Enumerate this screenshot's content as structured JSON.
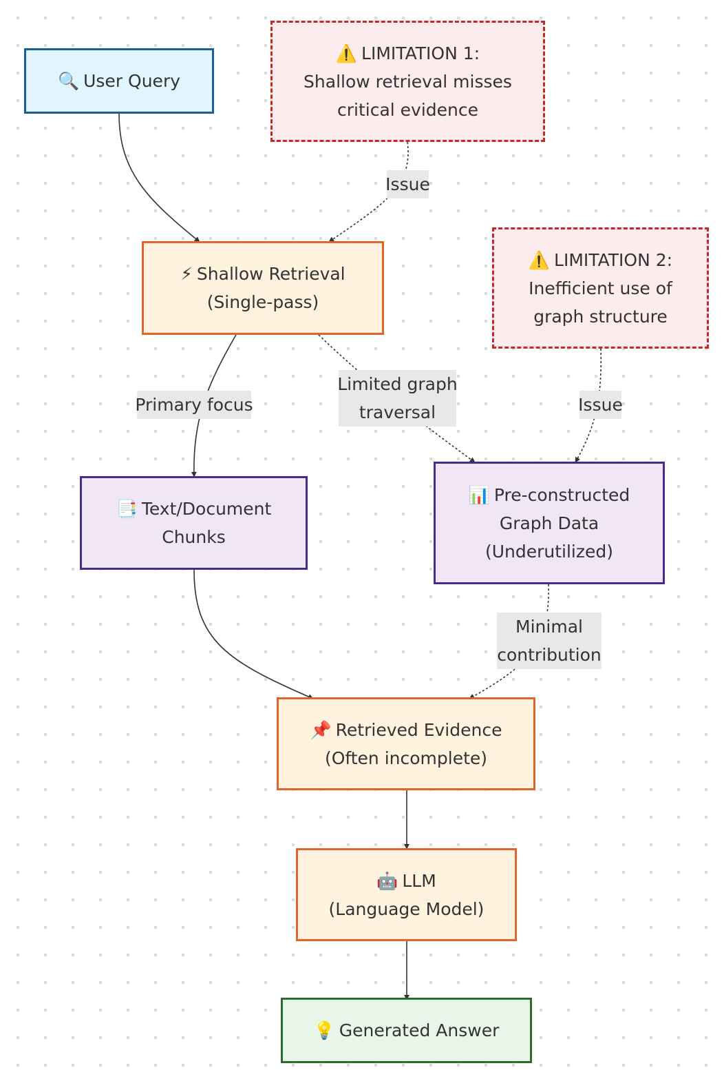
{
  "nodes": {
    "user_query": {
      "icon": "🔍",
      "lines": [
        "User Query"
      ]
    },
    "limitation_1": {
      "icon": "⚠️",
      "lines": [
        "LIMITATION 1:",
        "Shallow retrieval misses",
        "critical evidence"
      ]
    },
    "shallow_retrieval": {
      "icon": "⚡",
      "lines": [
        "Shallow Retrieval",
        "(Single-pass)"
      ]
    },
    "limitation_2": {
      "icon": "⚠️",
      "lines": [
        "LIMITATION 2:",
        "Inefficient use of",
        "graph structure"
      ]
    },
    "text_chunks": {
      "icon": "📑",
      "lines": [
        "Text/Document",
        "Chunks"
      ]
    },
    "graph_data": {
      "icon": "📊",
      "lines": [
        "Pre-constructed",
        "Graph Data",
        "(Underutilized)"
      ]
    },
    "retrieved_evidence": {
      "icon": "📌",
      "lines": [
        "Retrieved Evidence",
        "(Often incomplete)"
      ]
    },
    "llm": {
      "icon": "🤖",
      "lines": [
        "LLM",
        "(Language Model)"
      ]
    },
    "generated_answer": {
      "icon": "💡",
      "lines": [
        "Generated Answer"
      ]
    }
  },
  "edge_labels": {
    "issue_1": [
      "Issue"
    ],
    "primary_focus": [
      "Primary focus"
    ],
    "limited_graph_traversal": [
      "Limited graph",
      "traversal"
    ],
    "issue_2": [
      "Issue"
    ],
    "minimal_contribution": [
      "Minimal",
      "contribution"
    ]
  },
  "icons": {
    "user_query": "magnifier-icon",
    "limitation": "warning-icon",
    "shallow_retrieval": "lightning-icon",
    "text_chunks": "document-icon",
    "graph_data": "bar-chart-icon",
    "retrieved_evidence": "pushpin-icon",
    "llm": "robot-icon",
    "generated_answer": "lightbulb-icon"
  },
  "colors": {
    "query_fill": "#e1f5fe",
    "query_border": "#1a5e98",
    "process_fill": "#fff3e0",
    "process_border": "#e0652a",
    "data_fill": "#f1e6f5",
    "data_border": "#4a2a8a",
    "limitation_fill": "#fdecee",
    "limitation_border": "#c62828",
    "answer_fill": "#e8f5e9",
    "answer_border": "#2e6b2e",
    "edge": "#333333",
    "edge_label_bg": "#e8e8e8"
  }
}
